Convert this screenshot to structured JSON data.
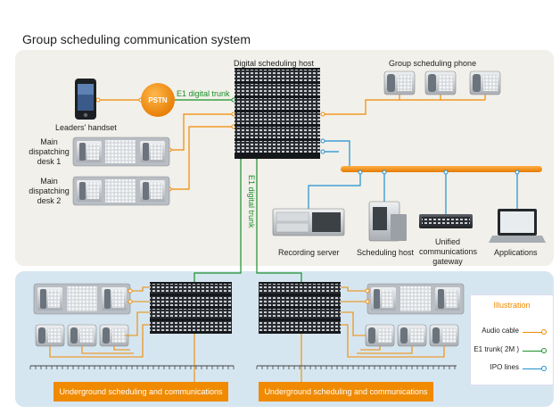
{
  "title": "Group scheduling communication system",
  "labels": {
    "digital_host": "Digital scheduling host",
    "group_phone": "Group scheduling phone",
    "pstn": "PSTN",
    "e1_trunk_h": "E1 digital trunk",
    "e1_trunk_v": "E1 digital trunk",
    "leaders_handset": "Leaders'   handset",
    "desk1": [
      "Main",
      "dispatching",
      "desk 1"
    ],
    "desk2": [
      "Main",
      "dispatching",
      "desk 2"
    ],
    "recording_server": "Recording server",
    "scheduling_host": "Scheduling host",
    "unified_gateway": [
      "Unified",
      "communications",
      "gateway"
    ],
    "applications": "Applications",
    "underground_left": "Underground scheduling and communications",
    "underground_right": "Underground scheduling and communications"
  },
  "legend": {
    "title": "Illustration",
    "items": [
      {
        "label": "Audio cable",
        "color": "#f08a00"
      },
      {
        "label": "E1 trunk( 2M )",
        "color": "#1a8f2a"
      },
      {
        "label": "IPO lines",
        "color": "#1e8fd0"
      }
    ]
  },
  "colors": {
    "audio": "#f08a00",
    "e1": "#1a8f2a",
    "ipo": "#1e8fd0",
    "panel_top": "#f2f0ea",
    "panel_bottom": "#d6e6f1"
  }
}
